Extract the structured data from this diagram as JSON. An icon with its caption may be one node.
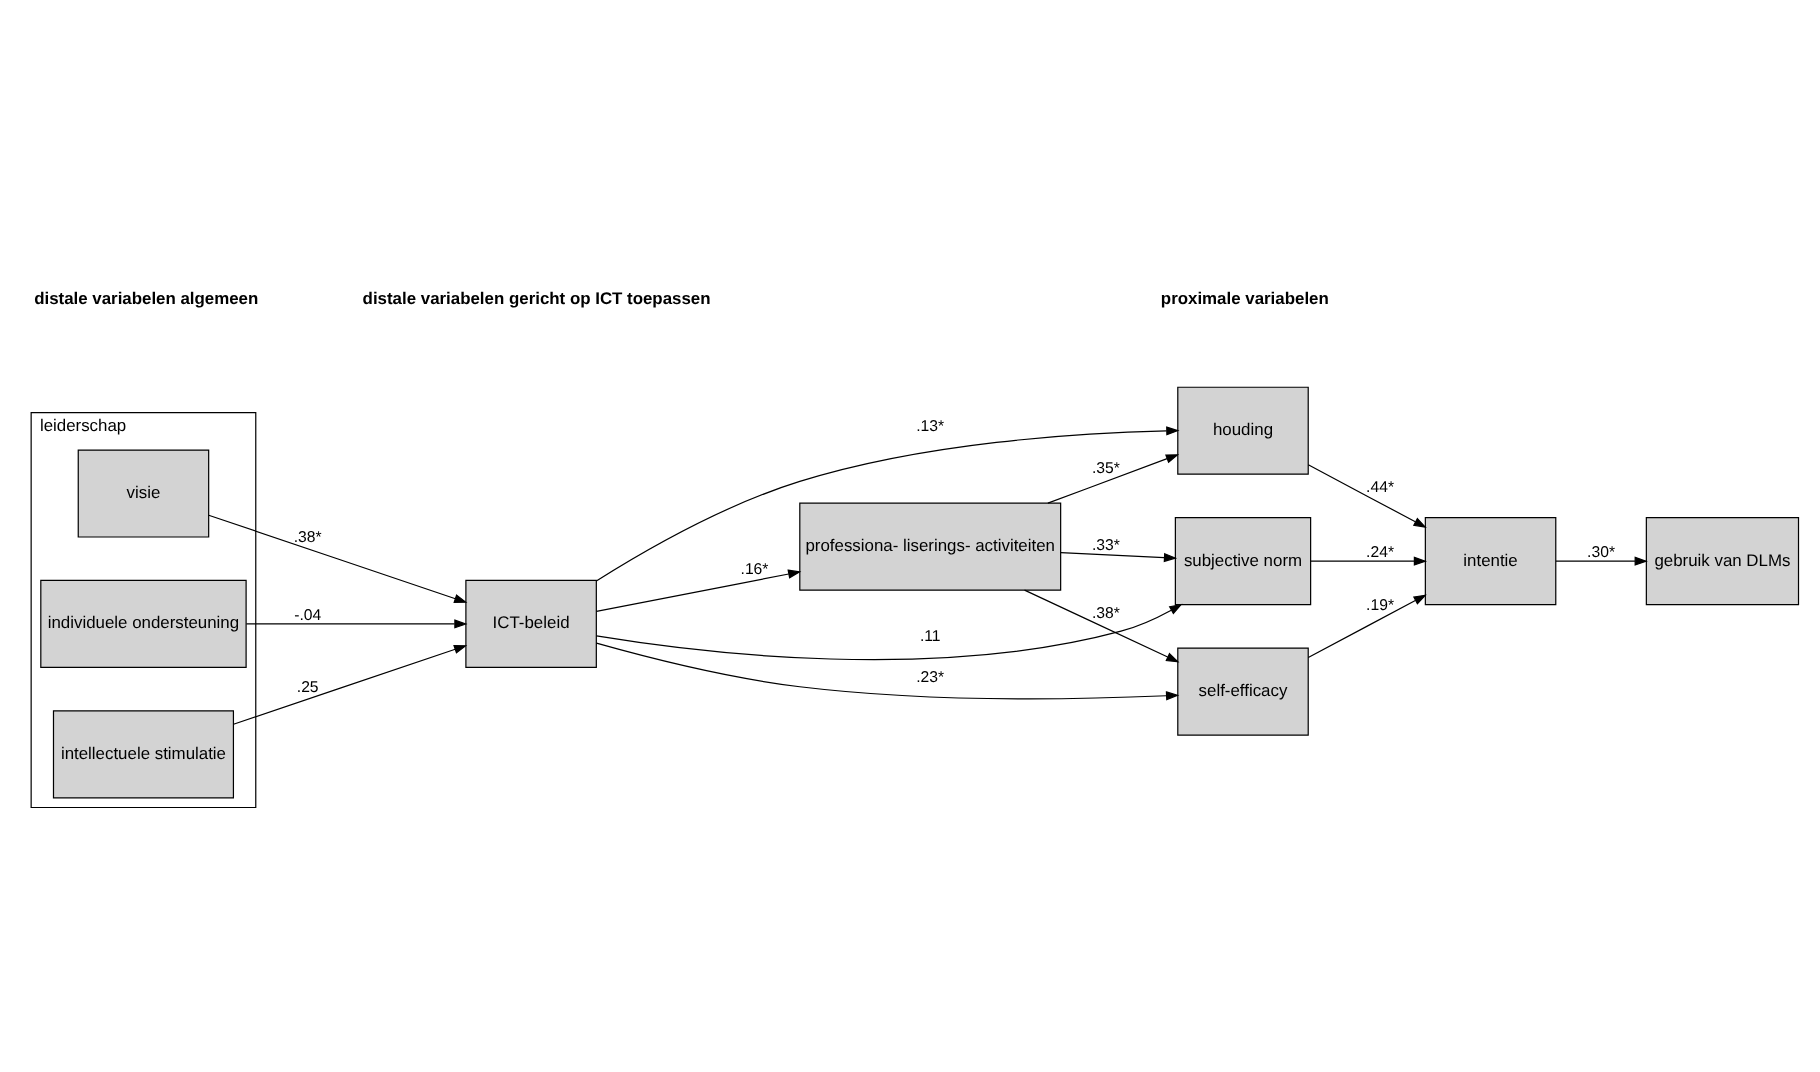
{
  "diagram": {
    "nodes": [
      {
        "text": [
          "leiderschap"
        ]
      },
      {
        "text": [
          "visie"
        ],
        "in": 0
      },
      {
        "text": [
          "individuele ondersteuning"
        ],
        "in": 0
      },
      {
        "text": [
          "intellectuele stimulatie"
        ],
        "in": 0
      },
      {
        "text": [
          "ICT-beleid"
        ]
      },
      {
        "text": [
          "professiona- liserings- activiteiten"
        ]
      },
      {
        "text": [
          "houding"
        ]
      },
      {
        "text": [
          "subjective norm"
        ]
      },
      {
        "text": [
          "self-efficacy"
        ]
      },
      {
        "text": [
          "intentie"
        ]
      },
      {
        "text": [
          "gebruik van DLMs"
        ]
      }
    ],
    "edges": [
      {
        "from": 1,
        "to": 4,
        "arrow": "to",
        "label": ".38*"
      },
      {
        "from": 2,
        "to": 4,
        "arrow": "to",
        "label": "-.04"
      },
      {
        "from": 3,
        "to": 4,
        "arrow": "to",
        "label": ".25"
      },
      {
        "from": 4,
        "to": 6,
        "arrow": "to",
        "label": ".13*"
      },
      {
        "from": 4,
        "to": 5,
        "arrow": "to",
        "label": ".16*"
      },
      {
        "from": 4,
        "to": 8,
        "arrow": "to",
        "label": ".23*"
      },
      {
        "from": 4,
        "to": 7,
        "arrow": "to",
        "label": ".11"
      },
      {
        "from": 5,
        "to": 6,
        "arrow": "to",
        "label": ".35*"
      },
      {
        "from": 5,
        "to": 7,
        "arrow": "to",
        "label": ".33*"
      },
      {
        "from": 5,
        "to": 8,
        "arrow": "to",
        "label": ".38*"
      },
      {
        "from": 6,
        "to": 9,
        "arrow": "to",
        "label": ".44*"
      },
      {
        "from": 7,
        "to": 9,
        "arrow": "to",
        "label": ".24*"
      },
      {
        "from": 8,
        "to": 9,
        "arrow": "to",
        "label": ".19*"
      },
      {
        "from": 9,
        "to": 10,
        "arrow": "to",
        "label": ".30*"
      }
    ],
    "labels": [
      "distale variabelen algemeen",
      "distale variabelen gericht op ICT toepassen",
      "proximale variabelen"
    ]
  }
}
